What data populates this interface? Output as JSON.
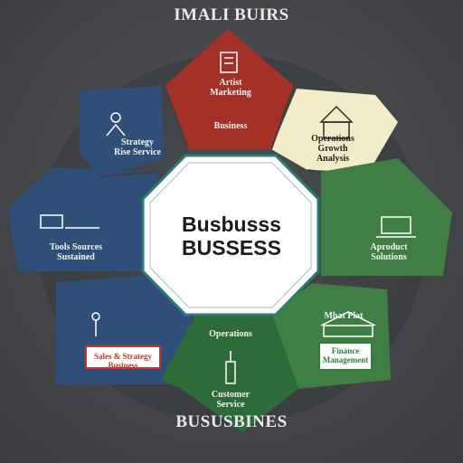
{
  "header": {
    "title": "IMALI BUIRS"
  },
  "center": {
    "line1": "Busbusss",
    "line2": "BUSSESS"
  },
  "segments": {
    "top": {
      "line1": "Artist",
      "line2": "Marketing",
      "line3": "Business"
    },
    "top_right": {
      "line1": "Operations",
      "line2": "Growth",
      "line3": "Analysis"
    },
    "right": {
      "line1": "Aproduct",
      "line2": "Solutions"
    },
    "bottom_right": {
      "line1": "Mhat Plat",
      "badge_line1": "Finance",
      "badge_line2": "Management"
    },
    "bottom": {
      "line1": "Operations",
      "line2": "Customer",
      "line3": "Service"
    },
    "bottom_left": {
      "badge_line1": "Sales &",
      "badge_line2": "Strategy Business"
    },
    "left": {
      "line1": "Tools Sources",
      "line2": "Sustained"
    },
    "top_left": {
      "line1": "Strategy",
      "line2": "Rise Service"
    }
  },
  "footer": {
    "text": "BUSUSBINES"
  },
  "colors": {
    "red": "#a33128",
    "cream": "#f2ecc8",
    "green": "#3f7f45",
    "navy": "#2f4f78",
    "center_border": "#2b7a78"
  }
}
